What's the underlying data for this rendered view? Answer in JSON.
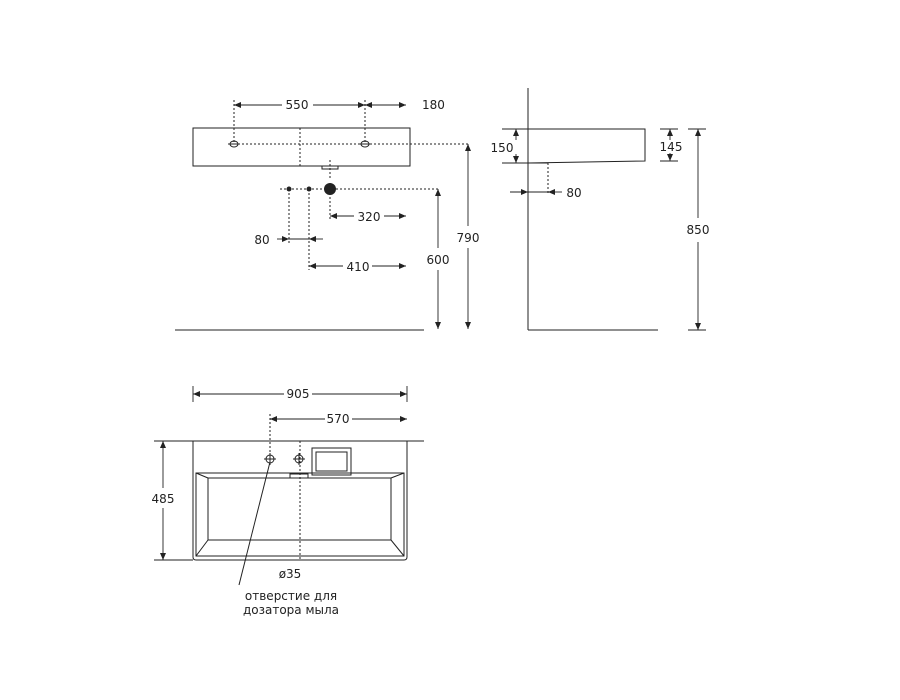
{
  "dimensions": {
    "faucet_spacing": "550",
    "faucet_offset": "180",
    "drain_offset_left": "320",
    "pipe_spacing": "80",
    "pipe_offset": "410",
    "drain_height": "600",
    "basin_height": "790",
    "basin_thickness": "150",
    "side_thickness": "145",
    "side_drain_offset": "80",
    "total_height": "850",
    "total_width": "905",
    "faucet_to_edge": "570",
    "depth": "485",
    "hole_diameter": "ø35"
  },
  "annotations": {
    "soap_line1": "отверстие для",
    "soap_line2": "дозатора мыла"
  }
}
